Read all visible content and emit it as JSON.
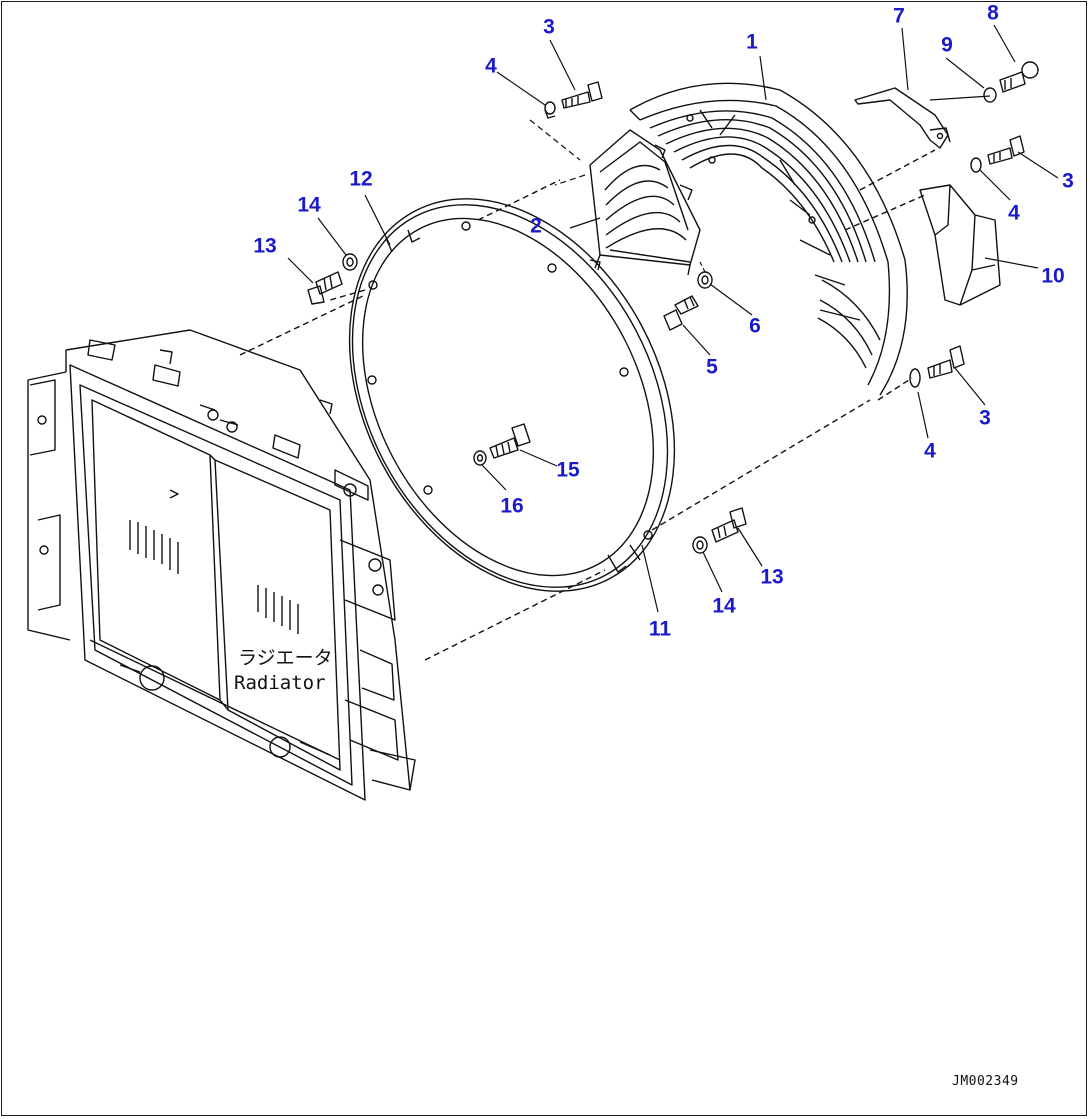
{
  "diagram": {
    "drawing_number": "JM002349",
    "radiator_label_jp": "ラジエータ",
    "radiator_label_en": "Radiator",
    "callout_color": "#1a1acc",
    "line_color": "#111111",
    "callouts": [
      {
        "id": "c1",
        "text": "1"
      },
      {
        "id": "c2",
        "text": "2"
      },
      {
        "id": "c3a",
        "text": "3"
      },
      {
        "id": "c3b",
        "text": "3"
      },
      {
        "id": "c3c",
        "text": "3"
      },
      {
        "id": "c4a",
        "text": "4"
      },
      {
        "id": "c4b",
        "text": "4"
      },
      {
        "id": "c4c",
        "text": "4"
      },
      {
        "id": "c5",
        "text": "5"
      },
      {
        "id": "c6",
        "text": "6"
      },
      {
        "id": "c7",
        "text": "7"
      },
      {
        "id": "c8",
        "text": "8"
      },
      {
        "id": "c9",
        "text": "9"
      },
      {
        "id": "c10",
        "text": "10"
      },
      {
        "id": "c11",
        "text": "11"
      },
      {
        "id": "c12",
        "text": "12"
      },
      {
        "id": "c13a",
        "text": "13"
      },
      {
        "id": "c13b",
        "text": "13"
      },
      {
        "id": "c14a",
        "text": "14"
      },
      {
        "id": "c14b",
        "text": "14"
      },
      {
        "id": "c15",
        "text": "15"
      },
      {
        "id": "c16",
        "text": "16"
      }
    ]
  }
}
